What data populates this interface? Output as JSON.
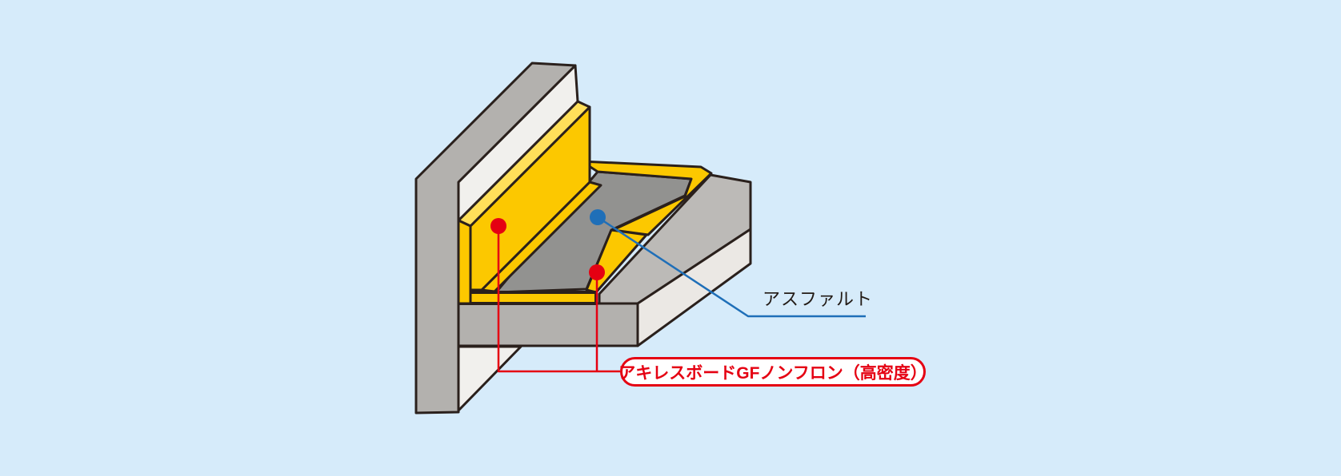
{
  "diagram": {
    "background_color": "#d6ebfa",
    "outline_color": "#2a201c",
    "materials": {
      "insulation_color": "#fcc800",
      "insulation_top_edge_color": "#ffdf5a",
      "asphalt_color": "#929290",
      "concrete_color": "#b3b1ae",
      "wall_inner_face_color": "#f1f0ed",
      "slab_top_color": "#bcbab7",
      "slab_end_color": "#ebe8e4"
    },
    "labels": {
      "asphalt": {
        "text": "アスファルト",
        "text_color": "#221a15",
        "leader_color": "#1f6fb8"
      },
      "board": {
        "text": "アキレスボードGFノンフロン（高密度）",
        "text_color": "#e50012",
        "border_color": "#e50012",
        "leader_color": "#e50012"
      }
    },
    "markers": {
      "asphalt_dot_color": "#1f6fb8",
      "board_dot_color": "#e50012",
      "board_dot_count": 2,
      "asphalt_dot_count": 1
    }
  }
}
